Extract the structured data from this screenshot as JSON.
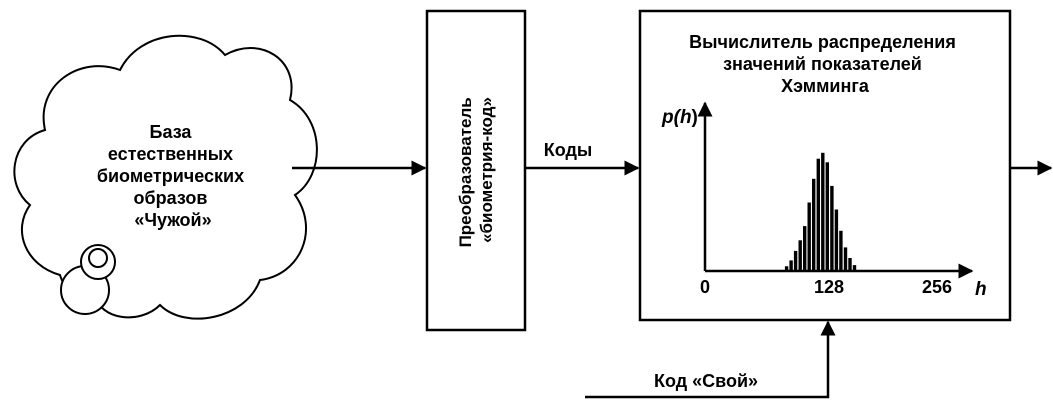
{
  "cloud": {
    "lines": [
      "База",
      "естественных",
      "биометрических",
      "образов",
      "«Чужой»"
    ]
  },
  "converter": {
    "line1": "Преобразователь",
    "line2": "«биометрия-код»"
  },
  "codes_label": "Коды",
  "calculator": {
    "title_lines": [
      "Вычислитель распределения",
      "значений показателей",
      "Хэмминга"
    ]
  },
  "histogram": {
    "y_label_prefix": "p(",
    "y_label_var": "h",
    "y_label_suffix": ")",
    "x_axis_label": "h",
    "x_ticks": [
      "0",
      "128",
      "256"
    ]
  },
  "own_code_label": "Код «Свой»",
  "chart_data": {
    "type": "bar",
    "x": [
      90,
      95,
      100,
      105,
      110,
      115,
      120,
      125,
      130,
      135,
      140,
      145,
      150,
      155,
      160,
      165
    ],
    "values": [
      0.04,
      0.09,
      0.17,
      0.26,
      0.38,
      0.58,
      0.78,
      0.95,
      1.0,
      0.92,
      0.72,
      0.52,
      0.34,
      0.2,
      0.11,
      0.05
    ],
    "xlim": [
      0,
      256
    ],
    "ylim": [
      0,
      1.1
    ]
  }
}
